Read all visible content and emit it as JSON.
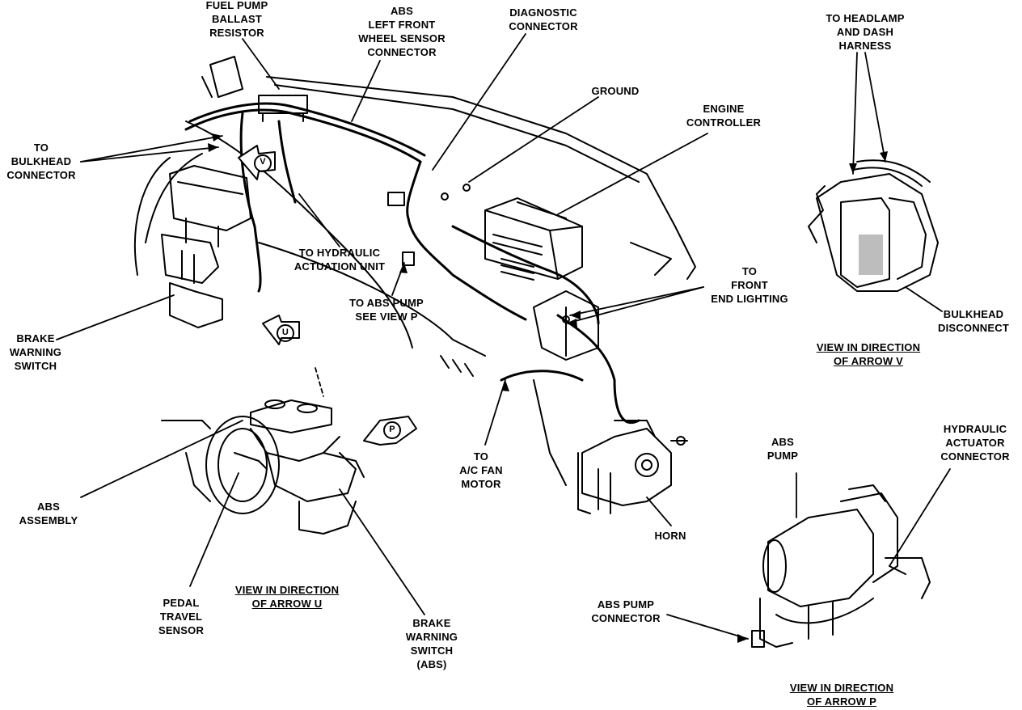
{
  "labels": {
    "fuel_pump_ballast": [
      "FUEL PUMP",
      "BALLAST",
      "RESISTOR"
    ],
    "abs_left_front": [
      "ABS",
      "LEFT FRONT",
      "WHEEL SENSOR",
      "CONNECTOR"
    ],
    "diagnostic_connector": [
      "DIAGNOSTIC",
      "CONNECTOR"
    ],
    "ground": [
      "GROUND"
    ],
    "engine_controller": [
      "ENGINE",
      "CONTROLLER"
    ],
    "to_headlamp": [
      "TO HEADLAMP",
      "AND DASH",
      "HARNESS"
    ],
    "to_bulkhead_connector": [
      "TO",
      "BULKHEAD",
      "CONNECTOR"
    ],
    "to_hydraulic": [
      "TO HYDRAULIC",
      "ACTUATION UNIT"
    ],
    "to_abs_pump": [
      "TO ABS PUMP",
      "SEE VIEW P"
    ],
    "to_front_end": [
      "TO",
      "FRONT",
      "END LIGHTING"
    ],
    "bulkhead_disconnect": [
      "BULKHEAD",
      "DISCONNECT"
    ],
    "view_v": [
      "VIEW IN DIRECTION",
      "OF ARROW V"
    ],
    "brake_warning_switch": [
      "BRAKE",
      "WARNING",
      "SWITCH"
    ],
    "abs_assembly": [
      "ABS",
      "ASSEMBLY"
    ],
    "to_ac_fan": [
      "TO",
      "A/C FAN",
      "MOTOR"
    ],
    "horn": [
      "HORN"
    ],
    "abs_pump": [
      "ABS",
      "PUMP"
    ],
    "hydraulic_actuator": [
      "HYDRAULIC",
      "ACTUATOR",
      "CONNECTOR"
    ],
    "view_u": [
      "VIEW IN DIRECTION",
      "OF ARROW U"
    ],
    "pedal_travel": [
      "PEDAL",
      "TRAVEL",
      "SENSOR"
    ],
    "brake_warning_abs": [
      "BRAKE",
      "WARNING",
      "SWITCH",
      "(ABS)"
    ],
    "abs_pump_connector": [
      "ABS PUMP",
      "CONNECTOR"
    ],
    "view_p": [
      "VIEW IN DIRECTION",
      "OF ARROW P"
    ]
  },
  "arrow_letters": {
    "v": "V",
    "u": "U",
    "p": "P"
  },
  "colors": {
    "ink": "#000000",
    "paper": "#ffffff",
    "shade": "#bdbdbd"
  }
}
